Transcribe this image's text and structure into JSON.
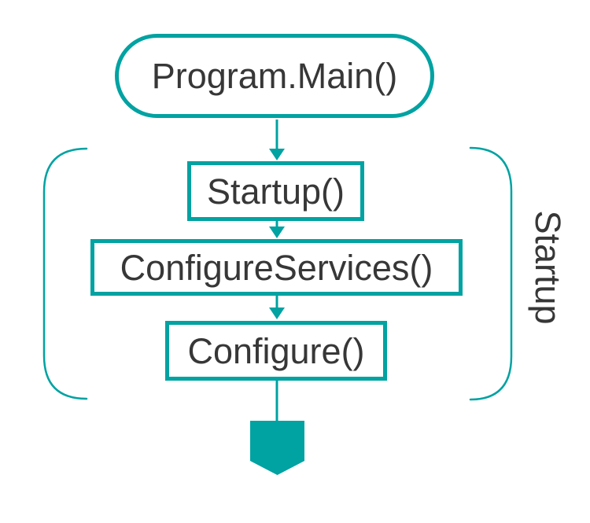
{
  "diagram": {
    "nodes": {
      "program_main": "Program.Main()",
      "startup": "Startup()",
      "configure_services": "ConfigureServices()",
      "configure": "Configure()"
    },
    "group_label": "Startup",
    "icons": {
      "terminator": "pentagon-down-arrow-terminator-icon"
    },
    "colors": {
      "accent": "#00a2a2",
      "text": "#373737",
      "background": "#ffffff"
    }
  }
}
